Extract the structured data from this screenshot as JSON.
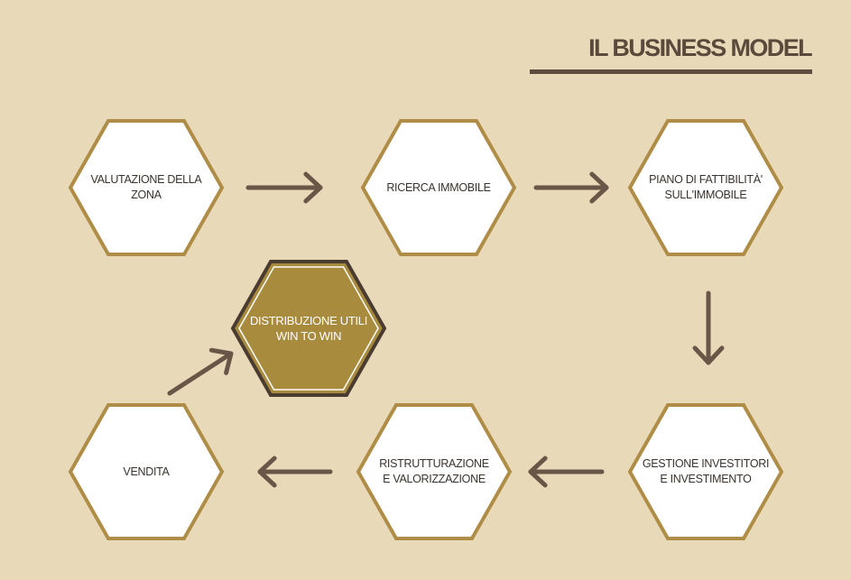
{
  "header": {
    "title": "IL BUSINESS MODEL"
  },
  "colors": {
    "background": "#e8dab9",
    "hex_fill": "#ffffff",
    "hex_border": "#b08d46",
    "final_fill": "#a98b3e",
    "final_border": "#4b3c32",
    "arrow": "#6a5646",
    "title_rule": "#5e4c3e"
  },
  "steps": [
    {
      "id": "valutazione",
      "label": "VALUTAZIONE DELLA\nZONA"
    },
    {
      "id": "ricerca",
      "label": "RICERCA IMMOBILE"
    },
    {
      "id": "piano",
      "label": "PIANO DI FATTIBILITÀ'\nSULL'IMMOBILE"
    },
    {
      "id": "gestione",
      "label": "GESTIONE INVESTITORI\nE INVESTIMENTO"
    },
    {
      "id": "ristrutturazione",
      "label": "RISTRUTTURAZIONE\nE VALORIZZAZIONE"
    },
    {
      "id": "vendita",
      "label": "VENDITA"
    },
    {
      "id": "distribuzione",
      "label": "DISTRIBUZIONE UTILI\nWIN TO WIN"
    }
  ],
  "flow": [
    {
      "from": "valutazione",
      "to": "ricerca"
    },
    {
      "from": "ricerca",
      "to": "piano"
    },
    {
      "from": "piano",
      "to": "gestione"
    },
    {
      "from": "gestione",
      "to": "ristrutturazione"
    },
    {
      "from": "ristrutturazione",
      "to": "vendita"
    },
    {
      "from": "vendita",
      "to": "distribuzione"
    }
  ]
}
